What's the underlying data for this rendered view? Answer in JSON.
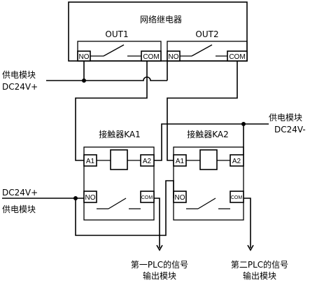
{
  "relay": {
    "title": "网络继电器",
    "out1": "OUT1",
    "out2": "OUT2",
    "no": "NO",
    "com": "COM"
  },
  "contactor1": {
    "title": "接触器KA1",
    "a1": "A1",
    "a2": "A2",
    "no": "NO",
    "com": "COM"
  },
  "contactor2": {
    "title": "接触器KA2",
    "a1": "A1",
    "a2": "A2",
    "no": "NO",
    "com": "COM"
  },
  "supply_left_top": {
    "line1": "供电模块",
    "line2": "DC24V+"
  },
  "supply_right": {
    "line1": "供电模块",
    "line2": "DC24V-"
  },
  "supply_left_mid": {
    "line1": "DC24V+",
    "line2": "供电模块"
  },
  "plc1": {
    "line1": "第一PLC的信号",
    "line2": "输出模块"
  },
  "plc2": {
    "line1": "第二PLC的信号",
    "line2": "输出模块"
  }
}
